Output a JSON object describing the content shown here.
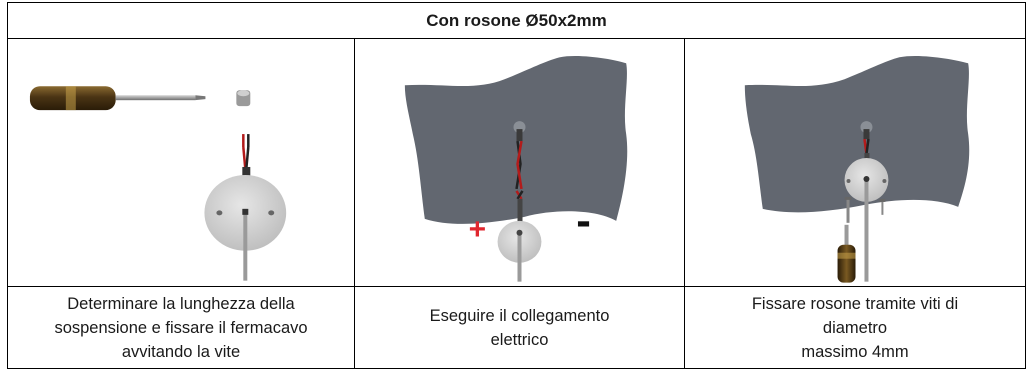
{
  "table": {
    "title": "Con rosone Ø50x2mm",
    "steps": [
      {
        "caption_lines": [
          "Determinare la lunghezza della",
          "sospensione e fissare il fermacavo",
          "avvitando la vite"
        ]
      },
      {
        "caption_lines": [
          "Eseguire il collegamento",
          "elettrico"
        ]
      },
      {
        "caption_lines": [
          "Fissare rosone tramite viti di",
          "diametro",
          "massimo 4mm"
        ],
        "symbols": {
          "plus": "+",
          "minus": "-"
        }
      }
    ]
  },
  "colors": {
    "ceiling": "#626770",
    "rosette": "#d3d3d3",
    "handle": "#4a3414",
    "wire_red": "#b31b1b",
    "plus_sign": "#e0262e"
  }
}
